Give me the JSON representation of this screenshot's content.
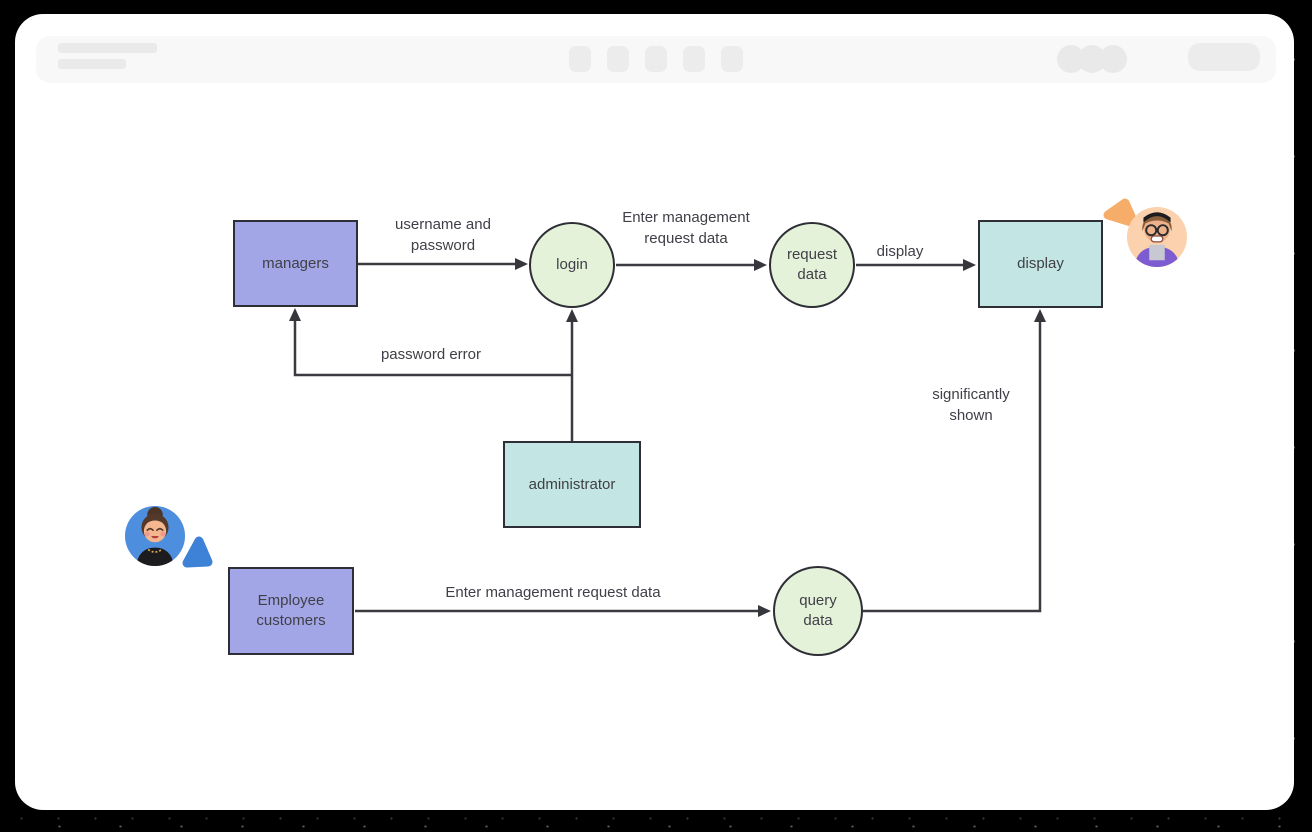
{
  "window": {
    "kind": "browser-window-mockup",
    "toolbar_has_text": false
  },
  "diagram": {
    "nodes": {
      "managers": {
        "label": "managers",
        "shape": "rectangle",
        "fill": "#a2a6e6"
      },
      "login": {
        "label": "login",
        "shape": "circle",
        "fill": "#e5f2da"
      },
      "request_data": {
        "label": "request data",
        "shape": "circle",
        "fill": "#e5f2da"
      },
      "display": {
        "label": "display",
        "shape": "rectangle",
        "fill": "#c3e6e4"
      },
      "administrator": {
        "label": "administrator",
        "shape": "rectangle",
        "fill": "#c3e6e4"
      },
      "employee_customers": {
        "label": "Employee customers",
        "shape": "rectangle",
        "fill": "#a2a6e6"
      },
      "query_data": {
        "label": "query data",
        "shape": "circle",
        "fill": "#e5f2da"
      }
    },
    "edges": [
      {
        "from": "managers",
        "to": "login",
        "label": "username and password"
      },
      {
        "from": "login",
        "to": "request_data",
        "label": "Enter management request data"
      },
      {
        "from": "request_data",
        "to": "display",
        "label": "display"
      },
      {
        "from": "administrator",
        "to": "login",
        "label": ""
      },
      {
        "from": "administrator",
        "to": "managers",
        "label": "password error"
      },
      {
        "from": "employee_customers",
        "to": "query_data",
        "label": "Enter management request data"
      },
      {
        "from": "query_data",
        "to": "display",
        "label": "significantly shown"
      }
    ],
    "stroke_color": "#3a3a41",
    "text_color": "#3f3f47"
  },
  "collaborators": {
    "top_right": {
      "avatar": "person-with-glasses-avatar",
      "cursor_color": "#f6ad69"
    },
    "bottom_left": {
      "avatar": "person-with-bun-avatar",
      "cursor_color": "#3d82d6"
    }
  }
}
